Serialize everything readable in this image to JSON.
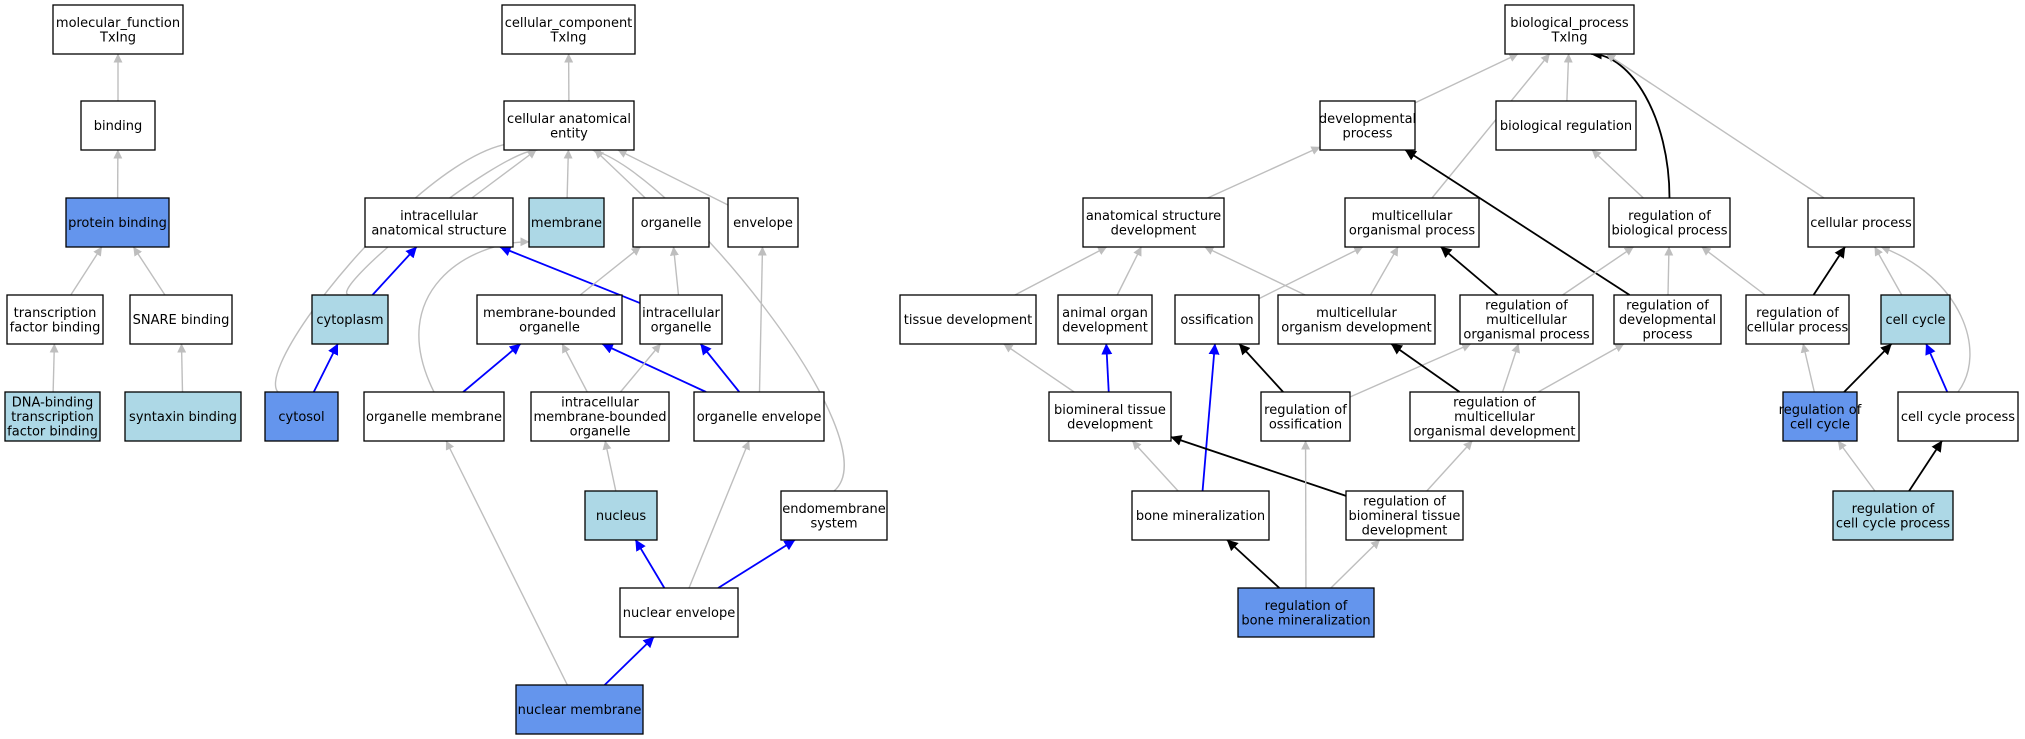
{
  "colors": {
    "plain": "#ffffff",
    "light": "#add8e6",
    "dark": "#6495ed",
    "edge_gray": "#bebebe",
    "edge_black": "#000000",
    "edge_blue": "#0000ff"
  },
  "nodes": [
    {
      "id": "mf",
      "lines": [
        "molecular_function",
        "TxIng"
      ],
      "style": "plain"
    },
    {
      "id": "binding",
      "lines": [
        "binding"
      ],
      "style": "plain"
    },
    {
      "id": "protein_binding",
      "lines": [
        "protein binding"
      ],
      "style": "dark"
    },
    {
      "id": "tf_binding",
      "lines": [
        "transcription",
        "factor binding"
      ],
      "style": "plain"
    },
    {
      "id": "snare_binding",
      "lines": [
        "SNARE binding"
      ],
      "style": "plain"
    },
    {
      "id": "dna_tf_binding",
      "lines": [
        "DNA-binding",
        "transcription",
        "factor binding"
      ],
      "style": "light"
    },
    {
      "id": "syntaxin_binding",
      "lines": [
        "syntaxin binding"
      ],
      "style": "light"
    },
    {
      "id": "cc",
      "lines": [
        "cellular_component",
        "TxIng"
      ],
      "style": "plain"
    },
    {
      "id": "cae",
      "lines": [
        "cellular anatomical",
        "entity"
      ],
      "style": "plain"
    },
    {
      "id": "ias",
      "lines": [
        "intracellular",
        "anatomical structure"
      ],
      "style": "plain"
    },
    {
      "id": "membrane",
      "lines": [
        "membrane"
      ],
      "style": "light"
    },
    {
      "id": "organelle",
      "lines": [
        "organelle"
      ],
      "style": "plain"
    },
    {
      "id": "envelope",
      "lines": [
        "envelope"
      ],
      "style": "plain"
    },
    {
      "id": "cytoplasm",
      "lines": [
        "cytoplasm"
      ],
      "style": "light"
    },
    {
      "id": "mbo",
      "lines": [
        "membrane-bounded",
        "organelle"
      ],
      "style": "plain"
    },
    {
      "id": "io",
      "lines": [
        "intracellular",
        "organelle"
      ],
      "style": "plain"
    },
    {
      "id": "cytosol",
      "lines": [
        "cytosol"
      ],
      "style": "dark"
    },
    {
      "id": "om",
      "lines": [
        "organelle membrane"
      ],
      "style": "plain"
    },
    {
      "id": "imbo",
      "lines": [
        "intracellular",
        "membrane-bounded",
        "organelle"
      ],
      "style": "plain"
    },
    {
      "id": "oe",
      "lines": [
        "organelle envelope"
      ],
      "style": "plain"
    },
    {
      "id": "nucleus",
      "lines": [
        "nucleus"
      ],
      "style": "light"
    },
    {
      "id": "es",
      "lines": [
        "endomembrane",
        "system"
      ],
      "style": "plain"
    },
    {
      "id": "ne",
      "lines": [
        "nuclear envelope"
      ],
      "style": "plain"
    },
    {
      "id": "nm",
      "lines": [
        "nuclear membrane"
      ],
      "style": "dark"
    },
    {
      "id": "bp",
      "lines": [
        "biological_process",
        "TxIng"
      ],
      "style": "plain"
    },
    {
      "id": "dp",
      "lines": [
        "developmental",
        "process"
      ],
      "style": "plain"
    },
    {
      "id": "br",
      "lines": [
        "biological regulation"
      ],
      "style": "plain"
    },
    {
      "id": "asd",
      "lines": [
        "anatomical structure",
        "development"
      ],
      "style": "plain"
    },
    {
      "id": "mop",
      "lines": [
        "multicellular",
        "organismal process"
      ],
      "style": "plain"
    },
    {
      "id": "rbp",
      "lines": [
        "regulation of",
        "biological process"
      ],
      "style": "plain"
    },
    {
      "id": "cp",
      "lines": [
        "cellular process"
      ],
      "style": "plain"
    },
    {
      "id": "td",
      "lines": [
        "tissue development"
      ],
      "style": "plain"
    },
    {
      "id": "aod",
      "lines": [
        "animal organ",
        "development"
      ],
      "style": "plain"
    },
    {
      "id": "oss",
      "lines": [
        "ossification"
      ],
      "style": "plain"
    },
    {
      "id": "mod",
      "lines": [
        "multicellular",
        "organism development"
      ],
      "style": "plain"
    },
    {
      "id": "rmop",
      "lines": [
        "regulation of",
        "multicellular",
        "organismal process"
      ],
      "style": "plain"
    },
    {
      "id": "rdp",
      "lines": [
        "regulation of",
        "developmental",
        "process"
      ],
      "style": "plain"
    },
    {
      "id": "rcp",
      "lines": [
        "regulation of",
        "cellular process"
      ],
      "style": "plain"
    },
    {
      "id": "cc_cycle",
      "lines": [
        "cell cycle"
      ],
      "style": "light"
    },
    {
      "id": "btd",
      "lines": [
        "biomineral tissue",
        "development"
      ],
      "style": "plain"
    },
    {
      "id": "ross",
      "lines": [
        "regulation of",
        "ossification"
      ],
      "style": "plain"
    },
    {
      "id": "rmod",
      "lines": [
        "regulation of",
        "multicellular",
        "organismal development"
      ],
      "style": "plain"
    },
    {
      "id": "rcc",
      "lines": [
        "regulation of",
        "cell cycle"
      ],
      "style": "dark"
    },
    {
      "id": "ccp",
      "lines": [
        "cell cycle process"
      ],
      "style": "plain"
    },
    {
      "id": "bm",
      "lines": [
        "bone mineralization"
      ],
      "style": "plain"
    },
    {
      "id": "rbtd",
      "lines": [
        "regulation of",
        "biomineral tissue",
        "development"
      ],
      "style": "plain"
    },
    {
      "id": "rccp",
      "lines": [
        "regulation of",
        "cell cycle process"
      ],
      "style": "light"
    },
    {
      "id": "rbm",
      "lines": [
        "regulation of",
        "bone mineralization"
      ],
      "style": "dark"
    }
  ],
  "edges": [
    {
      "from": "binding",
      "to": "mf",
      "kind": "gray"
    },
    {
      "from": "protein_binding",
      "to": "binding",
      "kind": "gray"
    },
    {
      "from": "tf_binding",
      "to": "protein_binding",
      "kind": "gray"
    },
    {
      "from": "snare_binding",
      "to": "protein_binding",
      "kind": "gray"
    },
    {
      "from": "dna_tf_binding",
      "to": "tf_binding",
      "kind": "gray"
    },
    {
      "from": "syntaxin_binding",
      "to": "snare_binding",
      "kind": "gray"
    },
    {
      "from": "cae",
      "to": "cc",
      "kind": "gray"
    },
    {
      "from": "ias",
      "to": "cae",
      "kind": "gray"
    },
    {
      "from": "membrane",
      "to": "cae",
      "kind": "gray"
    },
    {
      "from": "organelle",
      "to": "cae",
      "kind": "gray"
    },
    {
      "from": "envelope",
      "to": "cae",
      "kind": "gray"
    },
    {
      "from": "cytoplasm",
      "to": "cae",
      "kind": "gray"
    },
    {
      "from": "cytosol",
      "to": "cae",
      "kind": "gray"
    },
    {
      "from": "es",
      "to": "cae",
      "kind": "gray"
    },
    {
      "from": "cytoplasm",
      "to": "ias",
      "kind": "blue"
    },
    {
      "from": "io",
      "to": "ias",
      "kind": "blue"
    },
    {
      "from": "cytosol",
      "to": "cytoplasm",
      "kind": "blue"
    },
    {
      "from": "mbo",
      "to": "organelle",
      "kind": "gray"
    },
    {
      "from": "io",
      "to": "organelle",
      "kind": "gray"
    },
    {
      "from": "om",
      "to": "membrane",
      "kind": "gray"
    },
    {
      "from": "om",
      "to": "mbo",
      "kind": "blue"
    },
    {
      "from": "imbo",
      "to": "mbo",
      "kind": "gray"
    },
    {
      "from": "oe",
      "to": "mbo",
      "kind": "blue"
    },
    {
      "from": "imbo",
      "to": "io",
      "kind": "gray"
    },
    {
      "from": "oe",
      "to": "io",
      "kind": "blue"
    },
    {
      "from": "oe",
      "to": "envelope",
      "kind": "gray"
    },
    {
      "from": "nucleus",
      "to": "imbo",
      "kind": "gray"
    },
    {
      "from": "ne",
      "to": "nucleus",
      "kind": "blue"
    },
    {
      "from": "ne",
      "to": "es",
      "kind": "blue"
    },
    {
      "from": "ne",
      "to": "oe",
      "kind": "gray"
    },
    {
      "from": "nm",
      "to": "ne",
      "kind": "blue"
    },
    {
      "from": "nm",
      "to": "om",
      "kind": "gray"
    },
    {
      "from": "dp",
      "to": "bp",
      "kind": "gray"
    },
    {
      "from": "br",
      "to": "bp",
      "kind": "gray"
    },
    {
      "from": "mop",
      "to": "bp",
      "kind": "gray"
    },
    {
      "from": "rbp",
      "to": "bp",
      "kind": "black"
    },
    {
      "from": "cp",
      "to": "bp",
      "kind": "gray"
    },
    {
      "from": "asd",
      "to": "dp",
      "kind": "gray"
    },
    {
      "from": "rdp",
      "to": "dp",
      "kind": "black"
    },
    {
      "from": "rbp",
      "to": "br",
      "kind": "gray"
    },
    {
      "from": "td",
      "to": "asd",
      "kind": "gray"
    },
    {
      "from": "aod",
      "to": "asd",
      "kind": "gray"
    },
    {
      "from": "mod",
      "to": "asd",
      "kind": "gray"
    },
    {
      "from": "oss",
      "to": "mop",
      "kind": "gray"
    },
    {
      "from": "mod",
      "to": "mop",
      "kind": "gray"
    },
    {
      "from": "rmop",
      "to": "mop",
      "kind": "black"
    },
    {
      "from": "rmop",
      "to": "rbp",
      "kind": "gray"
    },
    {
      "from": "rdp",
      "to": "rbp",
      "kind": "gray"
    },
    {
      "from": "rcp",
      "to": "rbp",
      "kind": "gray"
    },
    {
      "from": "rcp",
      "to": "cp",
      "kind": "black"
    },
    {
      "from": "cc_cycle",
      "to": "cp",
      "kind": "gray"
    },
    {
      "from": "ccp",
      "to": "cp",
      "kind": "gray"
    },
    {
      "from": "btd",
      "to": "td",
      "kind": "gray"
    },
    {
      "from": "btd",
      "to": "aod",
      "kind": "blue"
    },
    {
      "from": "bm",
      "to": "oss",
      "kind": "blue"
    },
    {
      "from": "ross",
      "to": "oss",
      "kind": "black"
    },
    {
      "from": "ross",
      "to": "rmop",
      "kind": "gray"
    },
    {
      "from": "rmod",
      "to": "mod",
      "kind": "black"
    },
    {
      "from": "rmod",
      "to": "rmop",
      "kind": "gray"
    },
    {
      "from": "rmod",
      "to": "rdp",
      "kind": "gray"
    },
    {
      "from": "rcc",
      "to": "rcp",
      "kind": "gray"
    },
    {
      "from": "rcc",
      "to": "cc_cycle",
      "kind": "black"
    },
    {
      "from": "ccp",
      "to": "cc_cycle",
      "kind": "blue"
    },
    {
      "from": "bm",
      "to": "btd",
      "kind": "gray"
    },
    {
      "from": "rbtd",
      "to": "btd",
      "kind": "black"
    },
    {
      "from": "rbtd",
      "to": "rmod",
      "kind": "gray"
    },
    {
      "from": "rbm",
      "to": "bm",
      "kind": "black"
    },
    {
      "from": "rbm",
      "to": "ross",
      "kind": "gray"
    },
    {
      "from": "rbm",
      "to": "rbtd",
      "kind": "gray"
    },
    {
      "from": "rccp",
      "to": "rcc",
      "kind": "gray"
    },
    {
      "from": "rccp",
      "to": "ccp",
      "kind": "black"
    }
  ]
}
